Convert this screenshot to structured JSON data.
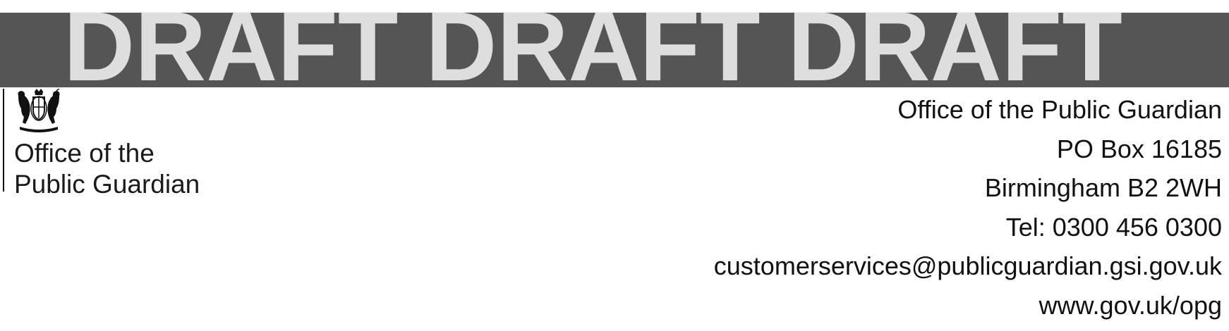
{
  "banner": {
    "text": "DRAFT DRAFT DRAFT",
    "background_color": "#555555",
    "text_color": "#dedede"
  },
  "logo": {
    "icon": "royal-coat-of-arms-icon",
    "line1": "Office of the",
    "line2": "Public Guardian"
  },
  "address": {
    "organisation": "Office of the Public Guardian",
    "po_box": "PO Box 16185",
    "city": "Birmingham B2 2WH",
    "phone": "Tel: 0300 456 0300",
    "email": "customerservices@publicguardian.gsi.gov.uk",
    "website": "www.gov.uk/opg"
  }
}
